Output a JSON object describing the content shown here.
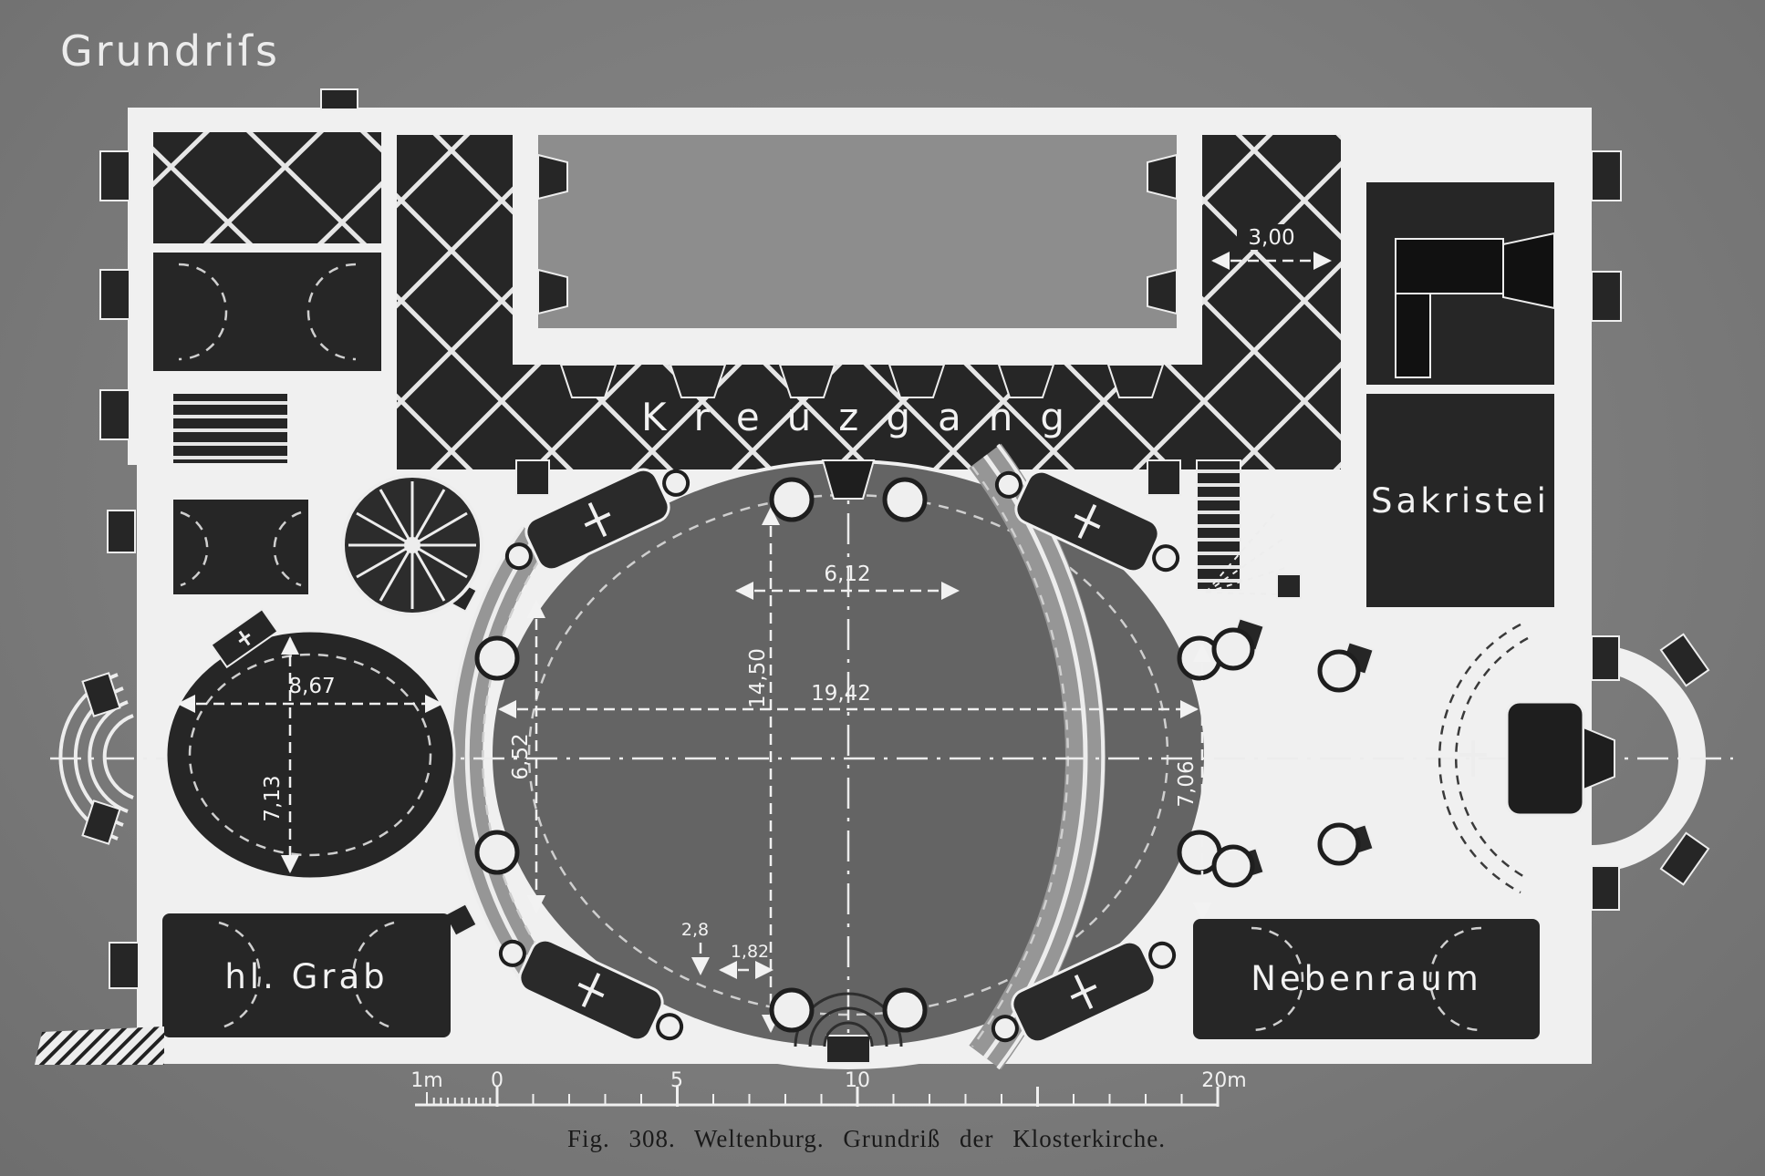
{
  "figure": {
    "title": "Grundriſs",
    "caption": "Fig. 308. Weltenburg. Grundriß der Klosterkirche."
  },
  "rooms": {
    "kreuzgang": "Kreuzgang",
    "sakristei": "Sakristei",
    "hl_grab": "hl. Grab",
    "nebenraum": "Nebenraum"
  },
  "dimensions": {
    "cloister_width": "3,00",
    "nave_entry_width": "6,12",
    "nave_length": "14,50",
    "nave_width": "19,42",
    "west_chapel_width": "8,67",
    "west_chapel_depth": "7,13",
    "west_bay_width": "6,52",
    "choir_depth": "7,06",
    "step_depth": "2,8",
    "portal_width": "1,82"
  },
  "scale_bar": {
    "one_meter": "1m",
    "zero": "0",
    "five": "5",
    "ten": "10",
    "twenty_meters": "20m"
  },
  "colors": {
    "background": "#7d7d7d",
    "plan_white": "#f0f0f0",
    "room_dark": "#262626",
    "nave_gray": "#646464"
  }
}
